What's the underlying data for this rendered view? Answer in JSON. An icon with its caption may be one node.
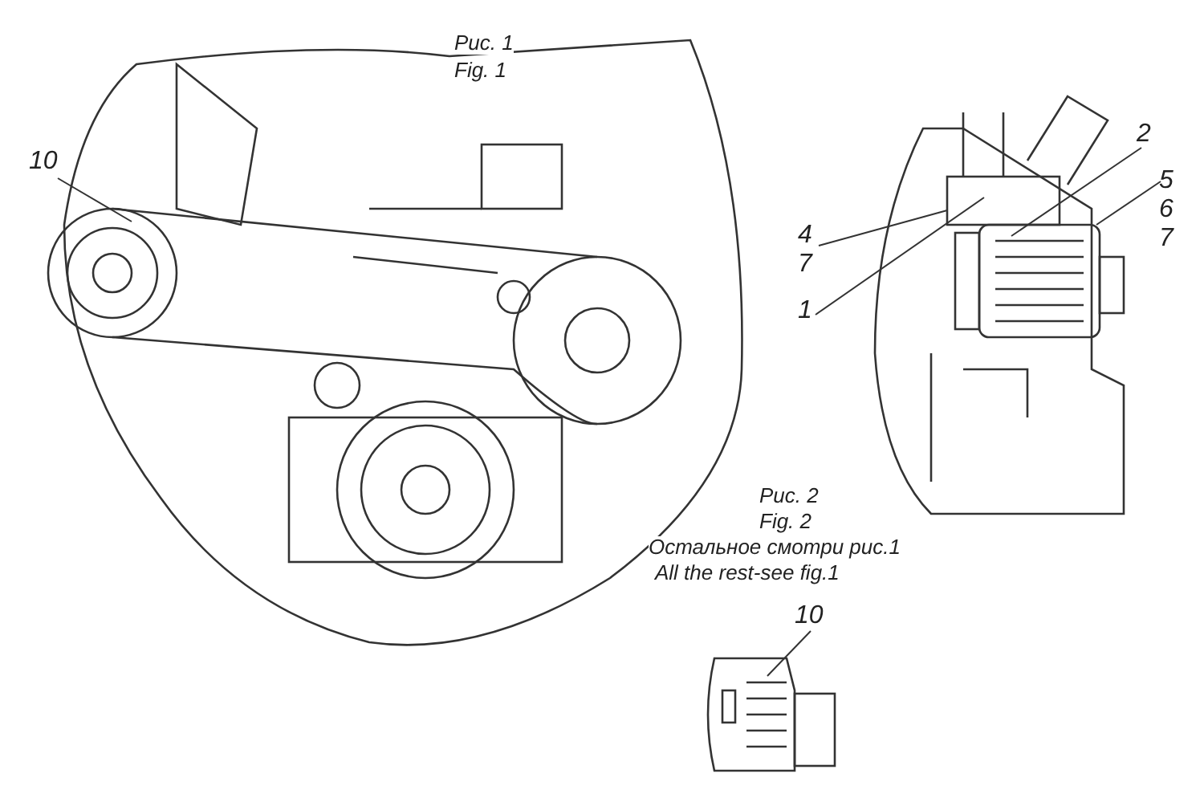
{
  "diagram": {
    "nodes": [
      {
        "text": [
          "10"
        ]
      },
      {
        "text": [
          "2"
        ]
      },
      {
        "text": [
          "5",
          "6",
          "7"
        ]
      },
      {
        "text": [
          "4",
          "7"
        ]
      },
      {
        "text": [
          "1"
        ]
      },
      {
        "text": [
          "10"
        ]
      },
      {
        "text": [],
        "shape": "picture"
      },
      {
        "text": [],
        "shape": "picture"
      },
      {
        "text": [],
        "shape": "picture"
      }
    ],
    "edges": [
      {
        "from": 0,
        "to": 6,
        "arrow": "none"
      },
      {
        "from": 1,
        "to": 7,
        "arrow": "none"
      },
      {
        "from": 2,
        "to": 7,
        "arrow": "none"
      },
      {
        "from": 3,
        "to": 7,
        "arrow": "none"
      },
      {
        "from": 4,
        "to": 7,
        "arrow": "none"
      },
      {
        "from": 5,
        "to": 8,
        "arrow": "none"
      }
    ],
    "labels": [
      "Рис. 1",
      "Fig. 1",
      "Рис. 2",
      "Fig. 2",
      "Остальное смотри рис.1",
      "All the rest-see fig.1"
    ]
  }
}
